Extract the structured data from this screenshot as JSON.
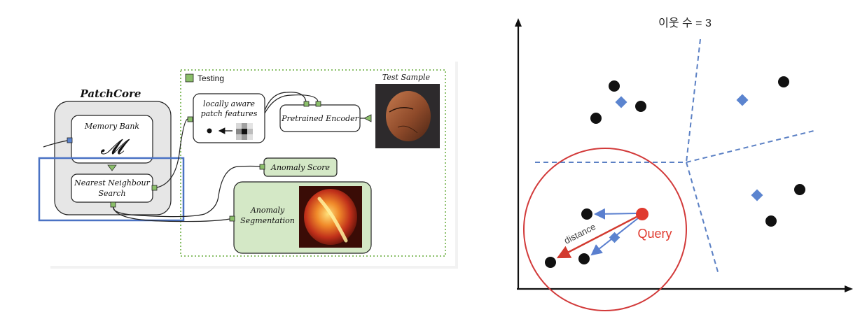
{
  "patchcore": {
    "title": "PatchCore",
    "memory_bank_label": "Memory Bank",
    "memory_bank_symbol": "𝓜",
    "nn_search_line1": "Nearest Neighbour",
    "nn_search_line2": "Search"
  },
  "testing": {
    "label": "Testing",
    "patch_features_line1": "locally aware",
    "patch_features_line2": "patch features",
    "encoder_label": "Pretrained Encoder",
    "test_sample_label": "Test Sample",
    "anomaly_score_label": "Anomaly Score",
    "anomaly_seg_line1": "Anomaly",
    "anomaly_seg_line2": "Segmentation"
  },
  "knn": {
    "title": "이웃 수 = 3",
    "distance_label": "distance",
    "query_label": "Query"
  },
  "colors": {
    "highlight_blue": "#4a72c4",
    "testing_green": "#8bbf6a",
    "light_green_fill": "#d4e8c6",
    "gray_fill": "#e8e8e8",
    "query_red": "#e03a2f",
    "circle_red": "#d23a3a",
    "diamond_blue": "#5b84cf",
    "dashed_blue": "#5b80c4",
    "arrow_blue": "#5a7fcf"
  }
}
